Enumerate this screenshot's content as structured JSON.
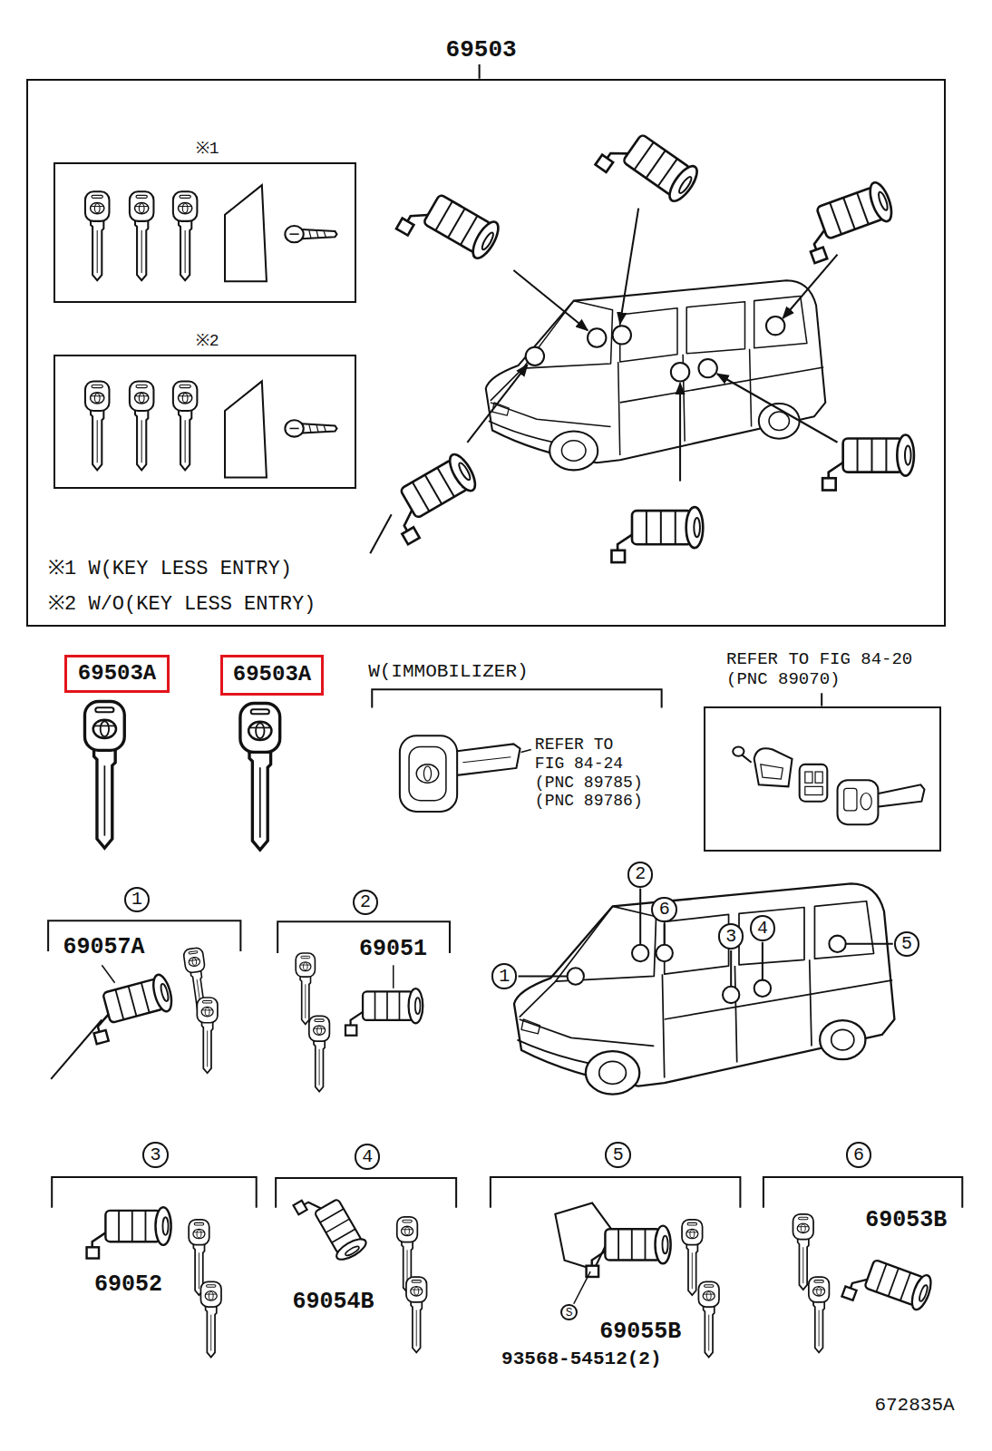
{
  "diagram": {
    "nodes": [
      {
        "text": [
          "69503"
        ]
      },
      {
        "text": [
          "※1"
        ],
        "in": 0
      },
      {
        "text": [
          "※2"
        ],
        "in": 0
      },
      {
        "text": [
          "69503A"
        ]
      },
      {
        "text": [
          "69503A"
        ]
      },
      {
        "text": [
          "REFER TO FIG 84-20 (PNC 89070)"
        ]
      },
      {
        "text": [
          "2"
        ]
      },
      {
        "text": [
          "1"
        ]
      },
      {
        "text": [
          "2"
        ]
      },
      {
        "text": [
          "6"
        ]
      },
      {
        "text": [
          "4"
        ]
      },
      {
        "text": [
          "3"
        ]
      },
      {
        "text": [
          "5"
        ]
      },
      {
        "text": [
          "1"
        ]
      },
      {
        "text": [
          "3"
        ]
      },
      {
        "text": [
          "5"
        ]
      },
      {
        "text": [
          "6"
        ]
      },
      {
        "text": [
          "4"
        ]
      },
      {
        "text": [
          "S"
        ]
      }
    ],
    "labels": [
      "※1 W(KEY LESS ENTRY)",
      "※2 W/O(KEY LESS ENTRY)",
      "W(IMMOBILIZER)",
      "REFER TO FIG 84-24 (PNC 89785) (PNC 89786)",
      "69057A",
      "69051",
      "69052",
      "69054B",
      "69055B",
      "93568-54512(2)",
      "69053B",
      "672835A"
    ]
  }
}
